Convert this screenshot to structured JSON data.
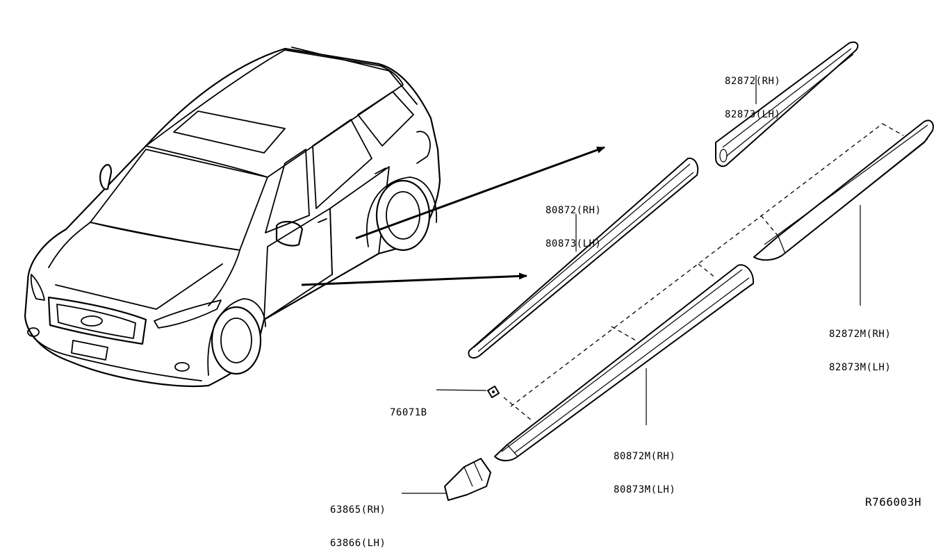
{
  "parts": {
    "p82872": [
      "82872(RH)",
      "82873(LH)"
    ],
    "p80872": [
      "80872(RH)",
      "80873(LH)"
    ],
    "p82872m": [
      "82872M(RH)",
      "82873M(LH)"
    ],
    "p76071b": [
      "76071B"
    ],
    "p80872m": [
      "80872M(RH)",
      "80873M(LH)"
    ],
    "p63865": [
      "63865(RH)",
      "63866(LH)"
    ]
  },
  "reference": "R766003H"
}
